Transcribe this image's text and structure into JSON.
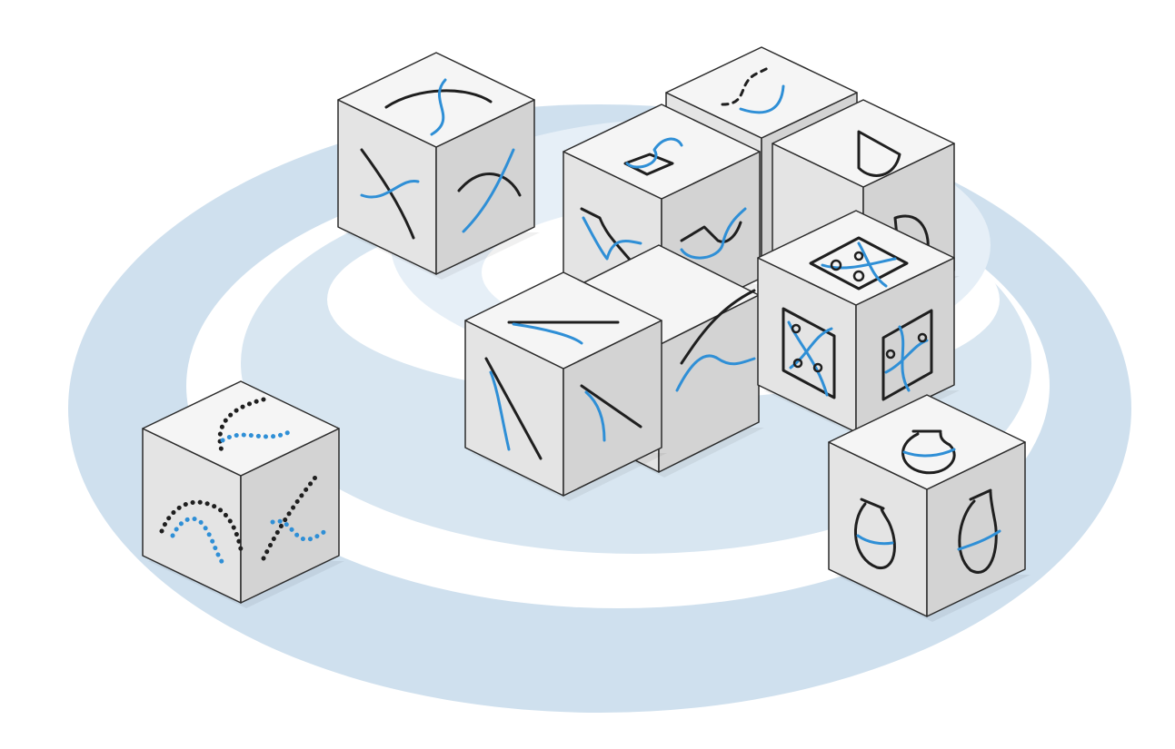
{
  "illustration": {
    "background": "#ffffff",
    "ring_colors": [
      "#cfe1ef",
      "#ffffff",
      "#dbe8f2",
      "#ffffff",
      "#e9f1f8"
    ],
    "cube_style": {
      "top_face": "#f5f5f5",
      "left_face": "#e4e4e4",
      "right_face": "#d3d3d3",
      "edge": "#2b2b2b",
      "dark_stroke": "#1f1f1f",
      "accent_stroke": "#2f8fd6"
    },
    "cubes": [
      {
        "id": "cube-intersecting-curves",
        "icon": "intersecting-curves-icon"
      },
      {
        "id": "cube-dashed-u-profile",
        "icon": "dashed-u-profile-icon"
      },
      {
        "id": "cube-half-cylinder",
        "icon": "half-cylinder-icon"
      },
      {
        "id": "cube-step-profile",
        "icon": "step-profile-icon"
      },
      {
        "id": "cube-growth-curve",
        "icon": "growth-curve-icon"
      },
      {
        "id": "cube-domino-pattern",
        "icon": "domino-pattern-icon"
      },
      {
        "id": "cube-straight-vs-curve",
        "icon": "straight-vs-curve-icon"
      },
      {
        "id": "cube-vase",
        "icon": "vase-icon"
      },
      {
        "id": "cube-dotted-curves",
        "icon": "dotted-curves-icon"
      }
    ]
  }
}
